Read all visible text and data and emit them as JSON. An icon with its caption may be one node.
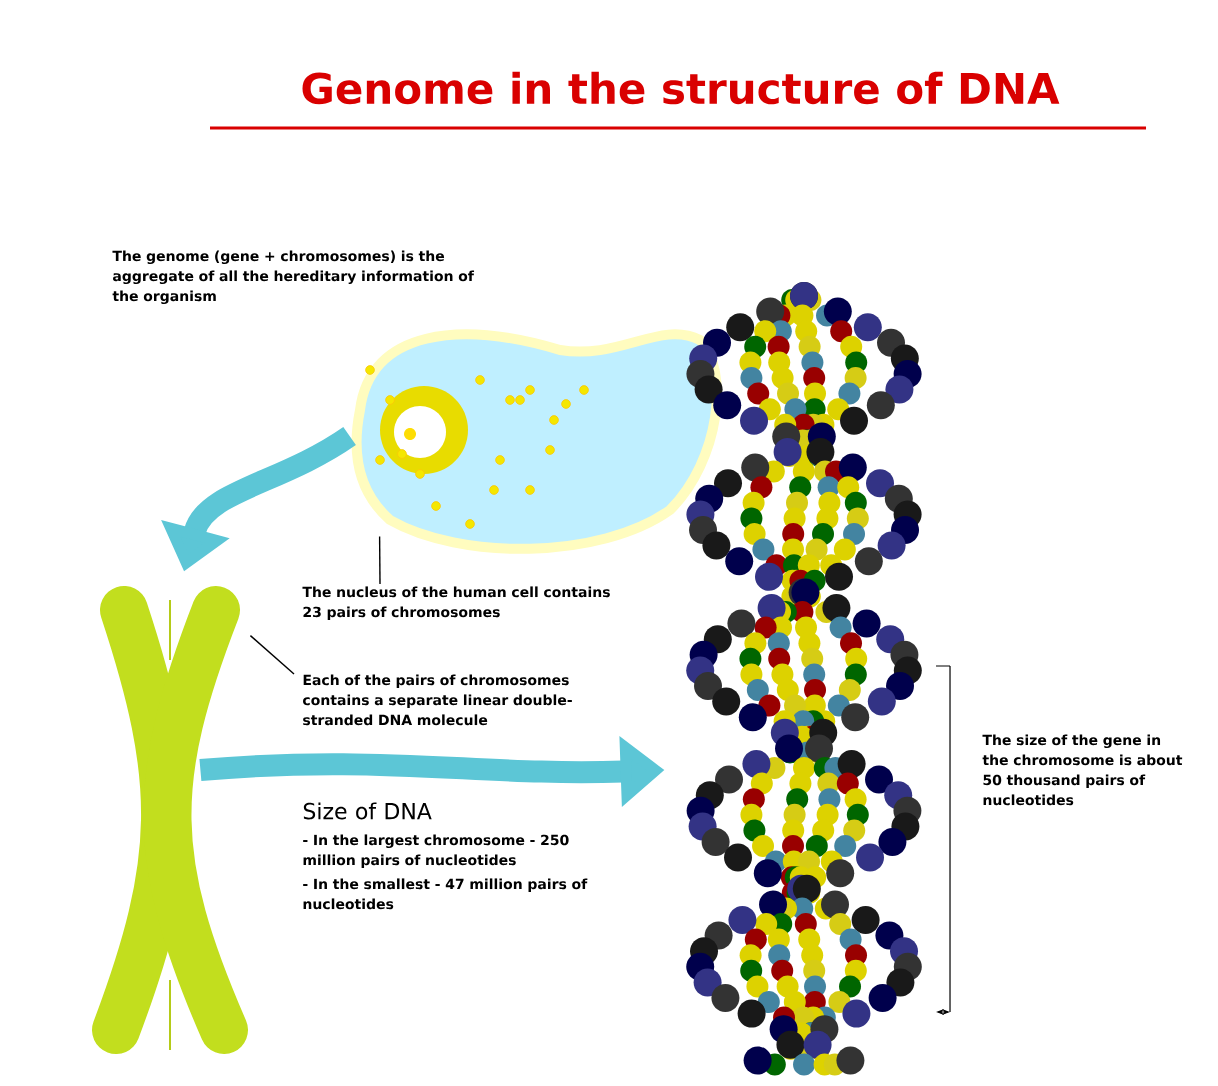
{
  "diagram": {
    "title": "Genome in the structure of DNA",
    "nodes": [
      {
        "text": [],
        "shape": "picture"
      },
      {
        "text": [],
        "shape": "picture"
      },
      {
        "text": [],
        "shape": "picture"
      },
      {
        "text": [
          "The nucleus of the human cell contains 23 pairs of chromosomes"
        ]
      },
      {
        "text": [
          "Each of the pairs of chromosomes contains a separate linear double-stranded DNA molecule"
        ]
      }
    ],
    "edges": [
      {
        "from": 0,
        "to": 1,
        "arrow": "to",
        "style": "thick",
        "color": "#5cc6d6"
      },
      {
        "from": 1,
        "to": 2,
        "arrow": "to",
        "style": "thick",
        "color": "#5cc6d6"
      },
      {
        "from": 3,
        "to": 0,
        "arrow": "none",
        "color": "#000000"
      },
      {
        "from": 4,
        "to": 1,
        "arrow": "none",
        "color": "#000000"
      }
    ],
    "labels": [
      "The genome (gene + chromosomes) is the aggregate of all the hereditary information of the organism",
      "Size of DNA",
      "- In the largest chromosome - 250 million pairs of nucleotides",
      "- In the smallest - 47 million pairs of nucleotides",
      "The size of the gene in the chromosome is about 50 thousand pairs of nucleotides"
    ]
  }
}
